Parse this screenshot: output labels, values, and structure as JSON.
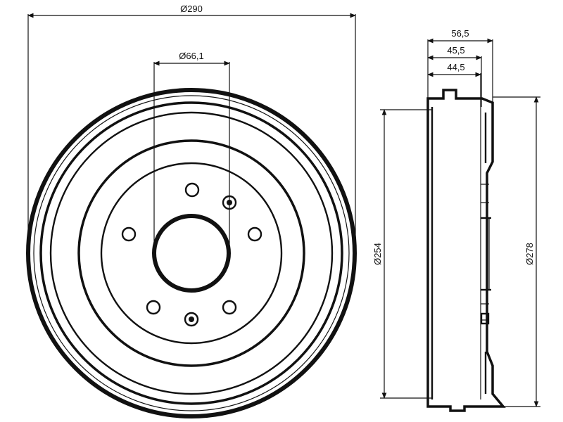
{
  "dimensions": {
    "outer_diameter": "Ø290",
    "hub_bore": "Ø66,1",
    "inner_diameter": "Ø254",
    "flange_diameter": "Ø278",
    "overall_height": "56,5",
    "height_mid": "45,5",
    "height_inner": "44,5"
  }
}
